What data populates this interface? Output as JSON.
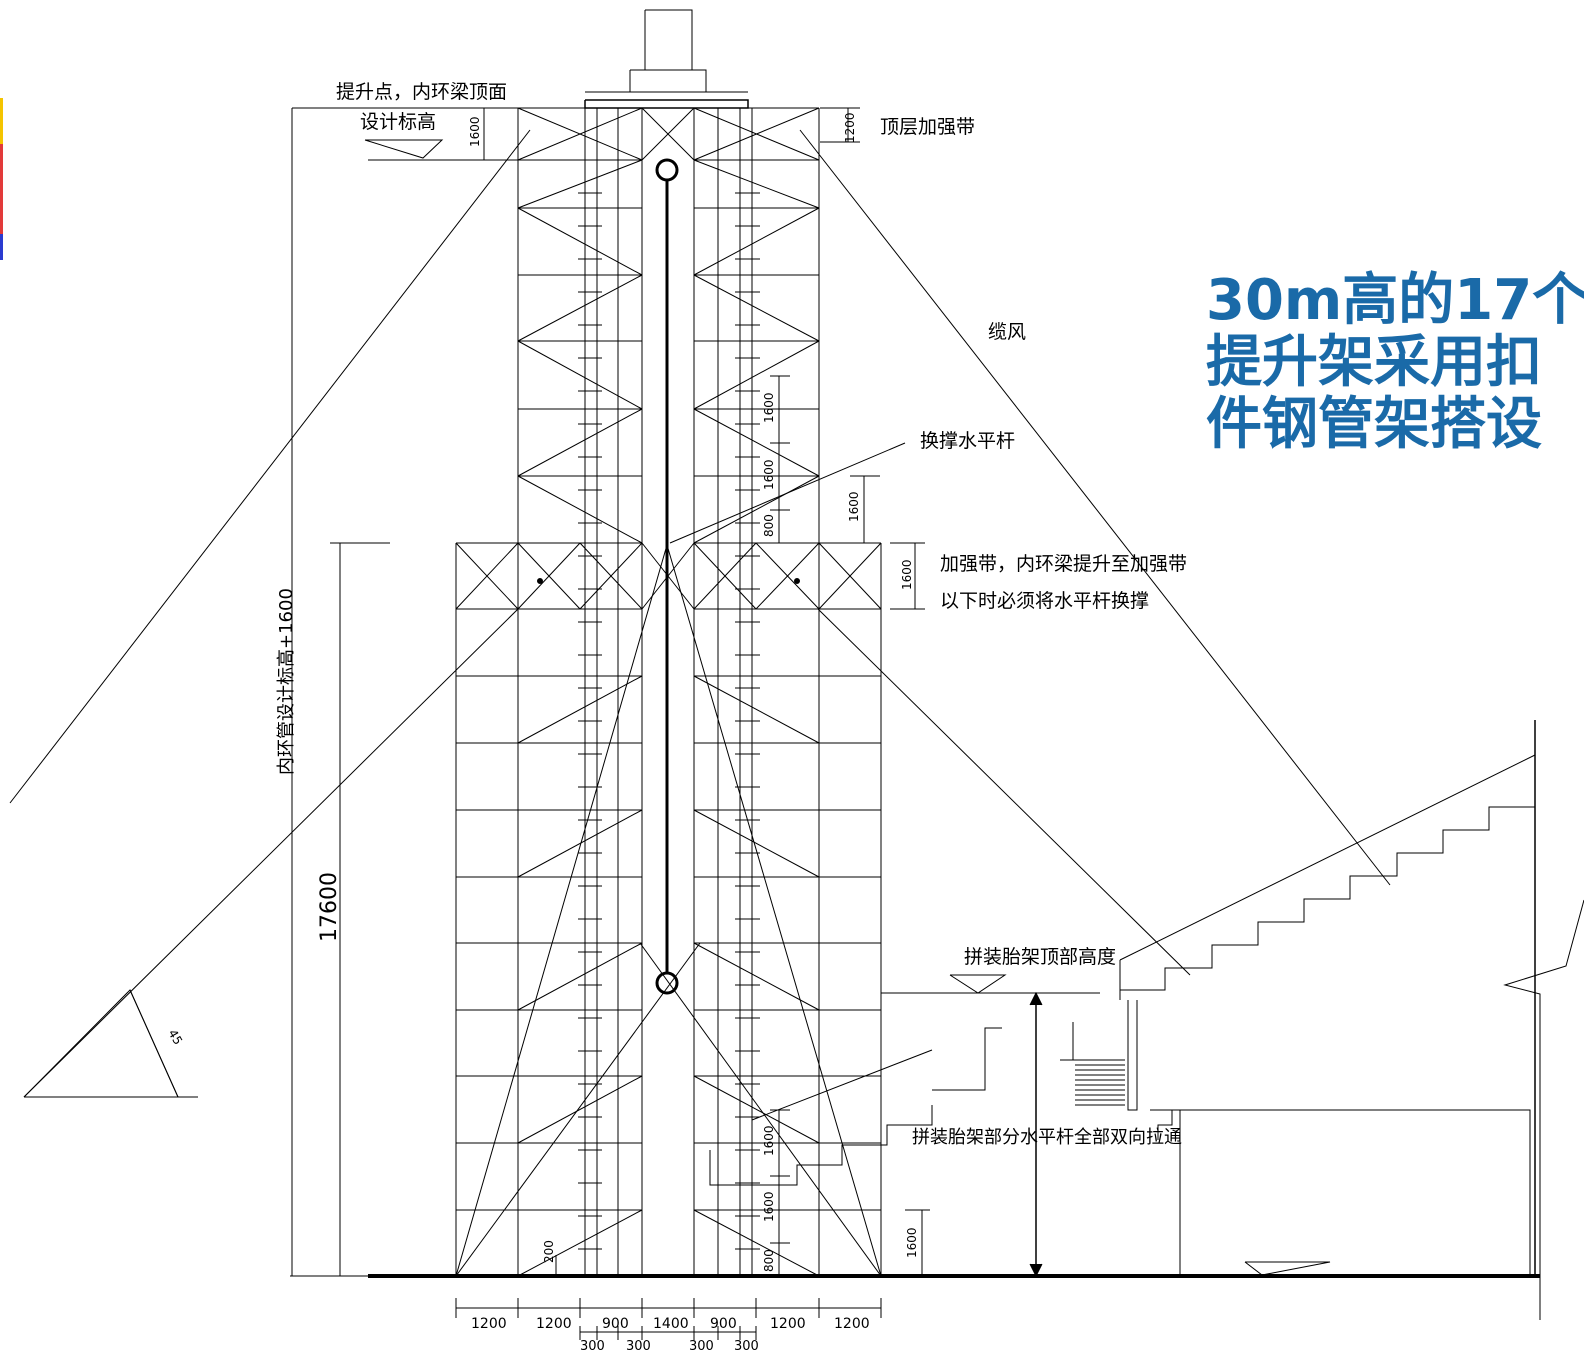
{
  "headline": {
    "line1": "30m高的17个",
    "line2": "提升架采用扣",
    "line3": "件钢管架搭设"
  },
  "colors": {
    "headline": "#1a6aa8",
    "accent_top": "#f4c400",
    "accent_mid": "#e23a3a",
    "accent_bottom": "#2a3bd0"
  },
  "annotations": {
    "lift_point_line1": "提升点，内环梁顶面",
    "lift_point_line2": "设计标高",
    "top_band": "顶层加强带",
    "guy_wire": "缆风",
    "replace_bar": "换撑水平杆",
    "band_note_line1": "加强带，内环梁提升至加强带",
    "band_note_line2": "以下时必须将水平杆换撑",
    "jig_top": "拼装胎架顶部高度",
    "jig_note": "拼装胎架部分水平杆全部双向拉通",
    "vertical_label": "内环管设计标高+1600",
    "angle": "45"
  },
  "dimensions": {
    "total_height": "17600",
    "d1600": "1600",
    "d1200": "1200",
    "d800": "800",
    "d200": "200",
    "bottom_row1": [
      "1200",
      "1200",
      "900",
      "1400",
      "900",
      "1200",
      "1200"
    ],
    "bottom_row2": [
      "300",
      "300",
      "300",
      "300"
    ]
  }
}
